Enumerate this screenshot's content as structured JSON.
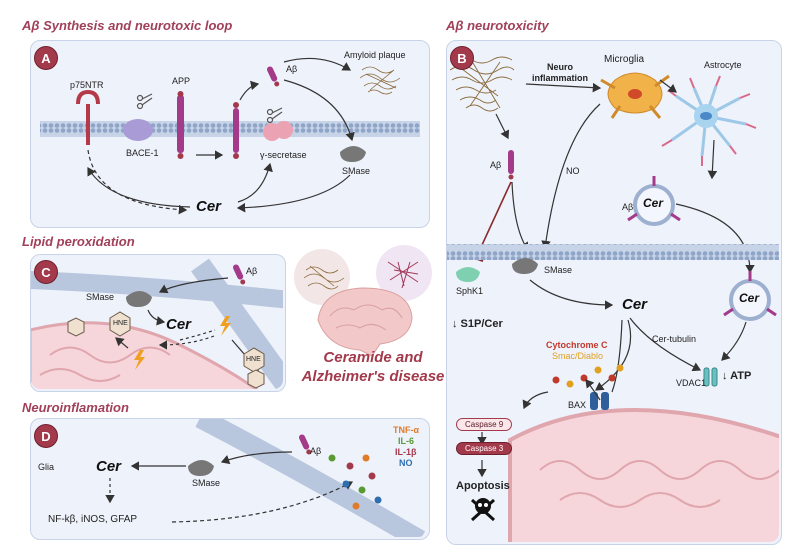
{
  "sections": {
    "synthesis": "Aβ Synthesis and neurotoxic loop",
    "neurotoxicity": "Aβ  neurotoxicity",
    "lipid": "Lipid peroxidation",
    "neuroinflammation": "Neuroinflamation"
  },
  "panels": {
    "A": "A",
    "B": "B",
    "C": "C",
    "D": "D"
  },
  "center": {
    "line1": "Ceramide and",
    "line2": "Alzheimer's disease"
  },
  "panel_a": {
    "p75ntr": "p75NTR",
    "app": "APP",
    "abeta": "Aβ",
    "amyloid_plaque": "Amyloid plaque",
    "bace1": "BACE-1",
    "gamma_secretase": "γ-secretase",
    "smase": "SMase",
    "cer": "Cer"
  },
  "panel_b": {
    "neuroinflammation_line1": "Neuro",
    "neuroinflammation_line2": "inflammation",
    "microglia": "Microglia",
    "astrocyte": "Astrocyte",
    "abeta_left": "Aβ",
    "no": "NO",
    "abeta_right": "Aβ",
    "cer_vesicle_top": "Cer",
    "smase": "SMase",
    "sphk1": "SphK1",
    "s1p_cer": "↓ S1P/Cer",
    "cer_center": "Cer",
    "cer_vesicle_bottom": "Cer",
    "cer_tubulin": "Cer-tubulin",
    "cytochrome_c": "Cytochrome C",
    "smac_diablo": "Smac/Diablo",
    "vdac1": "VDAC1",
    "atp": "↓ ATP",
    "bax": "BAX",
    "caspase9": "Caspase 9",
    "caspase3": "Caspase 3",
    "apoptosis": "Apoptosis"
  },
  "panel_c": {
    "smase": "SMase",
    "abeta": "Aβ",
    "cer": "Cer",
    "hne1": "HNE",
    "hne2": "HNE"
  },
  "panel_d": {
    "glia": "Glia",
    "cer": "Cer",
    "smase": "SMase",
    "abeta": "Aβ",
    "nfkb": "NF-kβ, iNOS, GFAP",
    "tnf": "TNF-α",
    "il6": "IL-6",
    "il1b": "IL-1β",
    "no": "NO"
  },
  "colors": {
    "accent": "#a33a4c",
    "panel_bg": "#eef2fb",
    "tnf": "#e07b2a",
    "il6": "#5a9a32",
    "il1b": "#a33a4c",
    "no": "#2f6fb0",
    "cytochrome": "#c0392b",
    "smac": "#e0a020"
  }
}
